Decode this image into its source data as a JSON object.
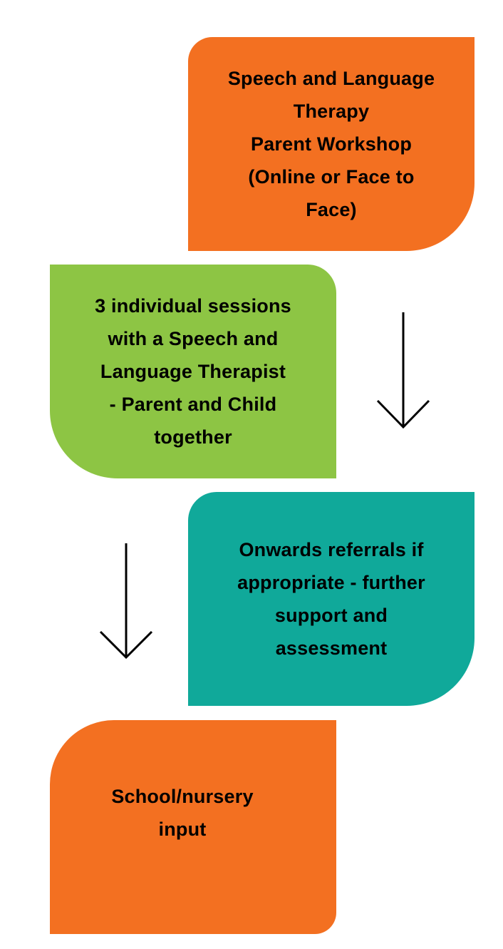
{
  "steps": [
    {
      "text": "Speech and Language\nTherapy\nParent Workshop\n(Online or Face to\nFace)",
      "color": "#F37021"
    },
    {
      "text": "3 individual sessions\nwith a Speech and\nLanguage Therapist\n- Parent and Child\ntogether",
      "color": "#8DC544"
    },
    {
      "text": "Onwards referrals if\nappropriate - further\nsupport and\nassessment",
      "color": "#10A99A"
    },
    {
      "text": "School/nursery\ninput",
      "color": "#F37021"
    }
  ],
  "arrows": [
    {
      "icon": "arrow-down-icon"
    },
    {
      "icon": "arrow-down-icon"
    }
  ]
}
